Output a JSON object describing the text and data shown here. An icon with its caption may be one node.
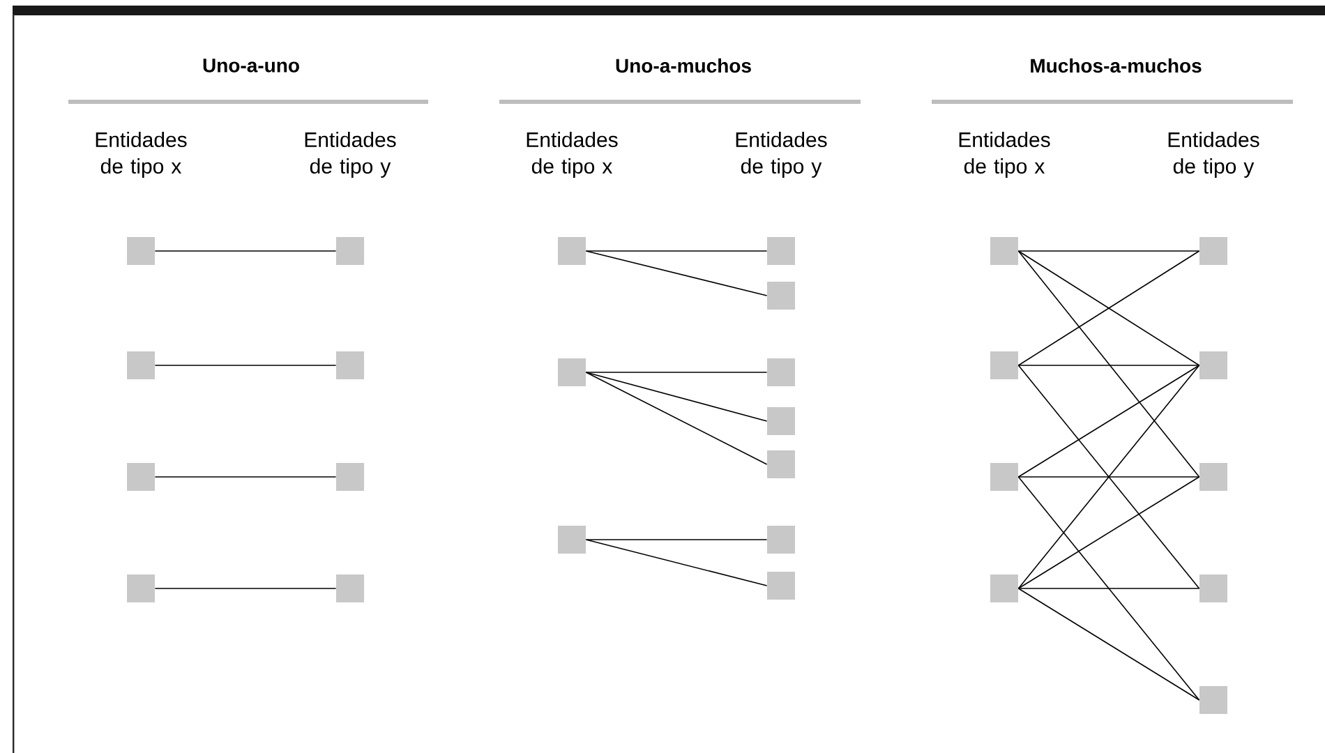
{
  "diagram": {
    "nodes": [
      {
        "text": [],
        "shape": "box"
      },
      {
        "text": [],
        "shape": "box"
      },
      {
        "text": [],
        "shape": "box"
      },
      {
        "text": [],
        "shape": "box"
      },
      {
        "text": [],
        "shape": "box"
      },
      {
        "text": [],
        "shape": "box"
      },
      {
        "text": [],
        "shape": "box"
      },
      {
        "text": [],
        "shape": "box"
      },
      {
        "text": [],
        "shape": "box"
      },
      {
        "text": [],
        "shape": "box"
      },
      {
        "text": [],
        "shape": "box"
      },
      {
        "text": [],
        "shape": "box"
      },
      {
        "text": [],
        "shape": "box"
      },
      {
        "text": [],
        "shape": "box"
      },
      {
        "text": [],
        "shape": "box"
      },
      {
        "text": [],
        "shape": "box"
      },
      {
        "text": [],
        "shape": "box"
      },
      {
        "text": [],
        "shape": "box"
      },
      {
        "text": [],
        "shape": "box"
      },
      {
        "text": [],
        "shape": "box"
      },
      {
        "text": [],
        "shape": "box"
      },
      {
        "text": [],
        "shape": "box"
      },
      {
        "text": [],
        "shape": "box"
      },
      {
        "text": [],
        "shape": "box"
      },
      {
        "text": [],
        "shape": "box"
      },
      {
        "text": [],
        "shape": "box"
      },
      {
        "text": [],
        "shape": "box"
      }
    ],
    "edges": [
      {
        "from": 0,
        "to": 4,
        "arrow": "none"
      },
      {
        "from": 1,
        "to": 5,
        "arrow": "none"
      },
      {
        "from": 2,
        "to": 6,
        "arrow": "none"
      },
      {
        "from": 3,
        "to": 7,
        "arrow": "none"
      },
      {
        "from": 8,
        "to": 11,
        "arrow": "none"
      },
      {
        "from": 8,
        "to": 12,
        "arrow": "none"
      },
      {
        "from": 9,
        "to": 13,
        "arrow": "none"
      },
      {
        "from": 9,
        "to": 14,
        "arrow": "none"
      },
      {
        "from": 9,
        "to": 15,
        "arrow": "none"
      },
      {
        "from": 10,
        "to": 16,
        "arrow": "none"
      },
      {
        "from": 10,
        "to": 17,
        "arrow": "none"
      },
      {
        "from": 18,
        "to": 22,
        "arrow": "none"
      },
      {
        "from": 18,
        "to": 23,
        "arrow": "none"
      },
      {
        "from": 18,
        "to": 24,
        "arrow": "none"
      },
      {
        "from": 19,
        "to": 22,
        "arrow": "none"
      },
      {
        "from": 19,
        "to": 23,
        "arrow": "none"
      },
      {
        "from": 19,
        "to": 25,
        "arrow": "none"
      },
      {
        "from": 20,
        "to": 23,
        "arrow": "none"
      },
      {
        "from": 20,
        "to": 24,
        "arrow": "none"
      },
      {
        "from": 20,
        "to": 26,
        "arrow": "none"
      },
      {
        "from": 21,
        "to": 23,
        "arrow": "none"
      },
      {
        "from": 21,
        "to": 24,
        "arrow": "none"
      },
      {
        "from": 21,
        "to": 25,
        "arrow": "none"
      },
      {
        "from": 21,
        "to": 26,
        "arrow": "none"
      }
    ],
    "labels": [
      "Uno-a-uno",
      "Uno-a-muchos",
      "Muchos-a-muchos",
      "Entidades de tipo x",
      "Entidades de tipo y",
      "Entidades de tipo x",
      "Entidades de tipo y",
      "Entidades de tipo x",
      "Entidades de tipo y"
    ]
  }
}
